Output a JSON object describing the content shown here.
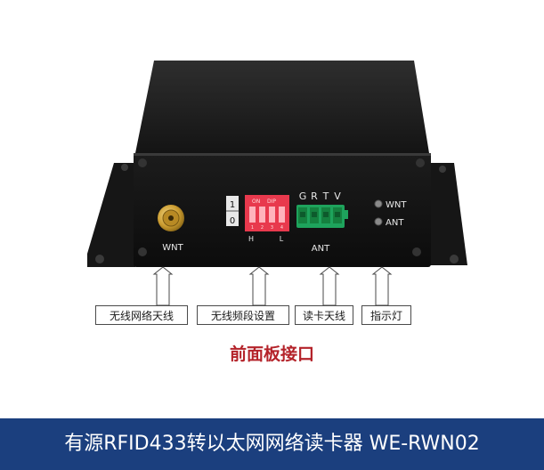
{
  "device": {
    "switch_top": "1",
    "switch_bottom": "0",
    "dip_on": "ON",
    "dip_label": "DIP",
    "dip_numbers": [
      "1",
      "2",
      "3",
      "4"
    ],
    "dip_h": "H",
    "dip_l": "L",
    "terminal_pins": [
      "G",
      "R",
      "T",
      "V"
    ],
    "ant_label": "ANT",
    "antenna_label": "WNT",
    "led1_label": "WNT",
    "led2_label": "ANT"
  },
  "callouts": [
    {
      "label": "无线网络天线"
    },
    {
      "label": "无线频段设置"
    },
    {
      "label": "读卡天线"
    },
    {
      "label": "指示灯"
    }
  ],
  "title": "前面板接口",
  "footer": "有源RFID433转以太网网络读卡器  WE-RWN02",
  "colors": {
    "footer_bg": "#1b3f7e",
    "title": "#b4232a",
    "dip": "#e8394d",
    "terminal": "#1ea35c"
  }
}
